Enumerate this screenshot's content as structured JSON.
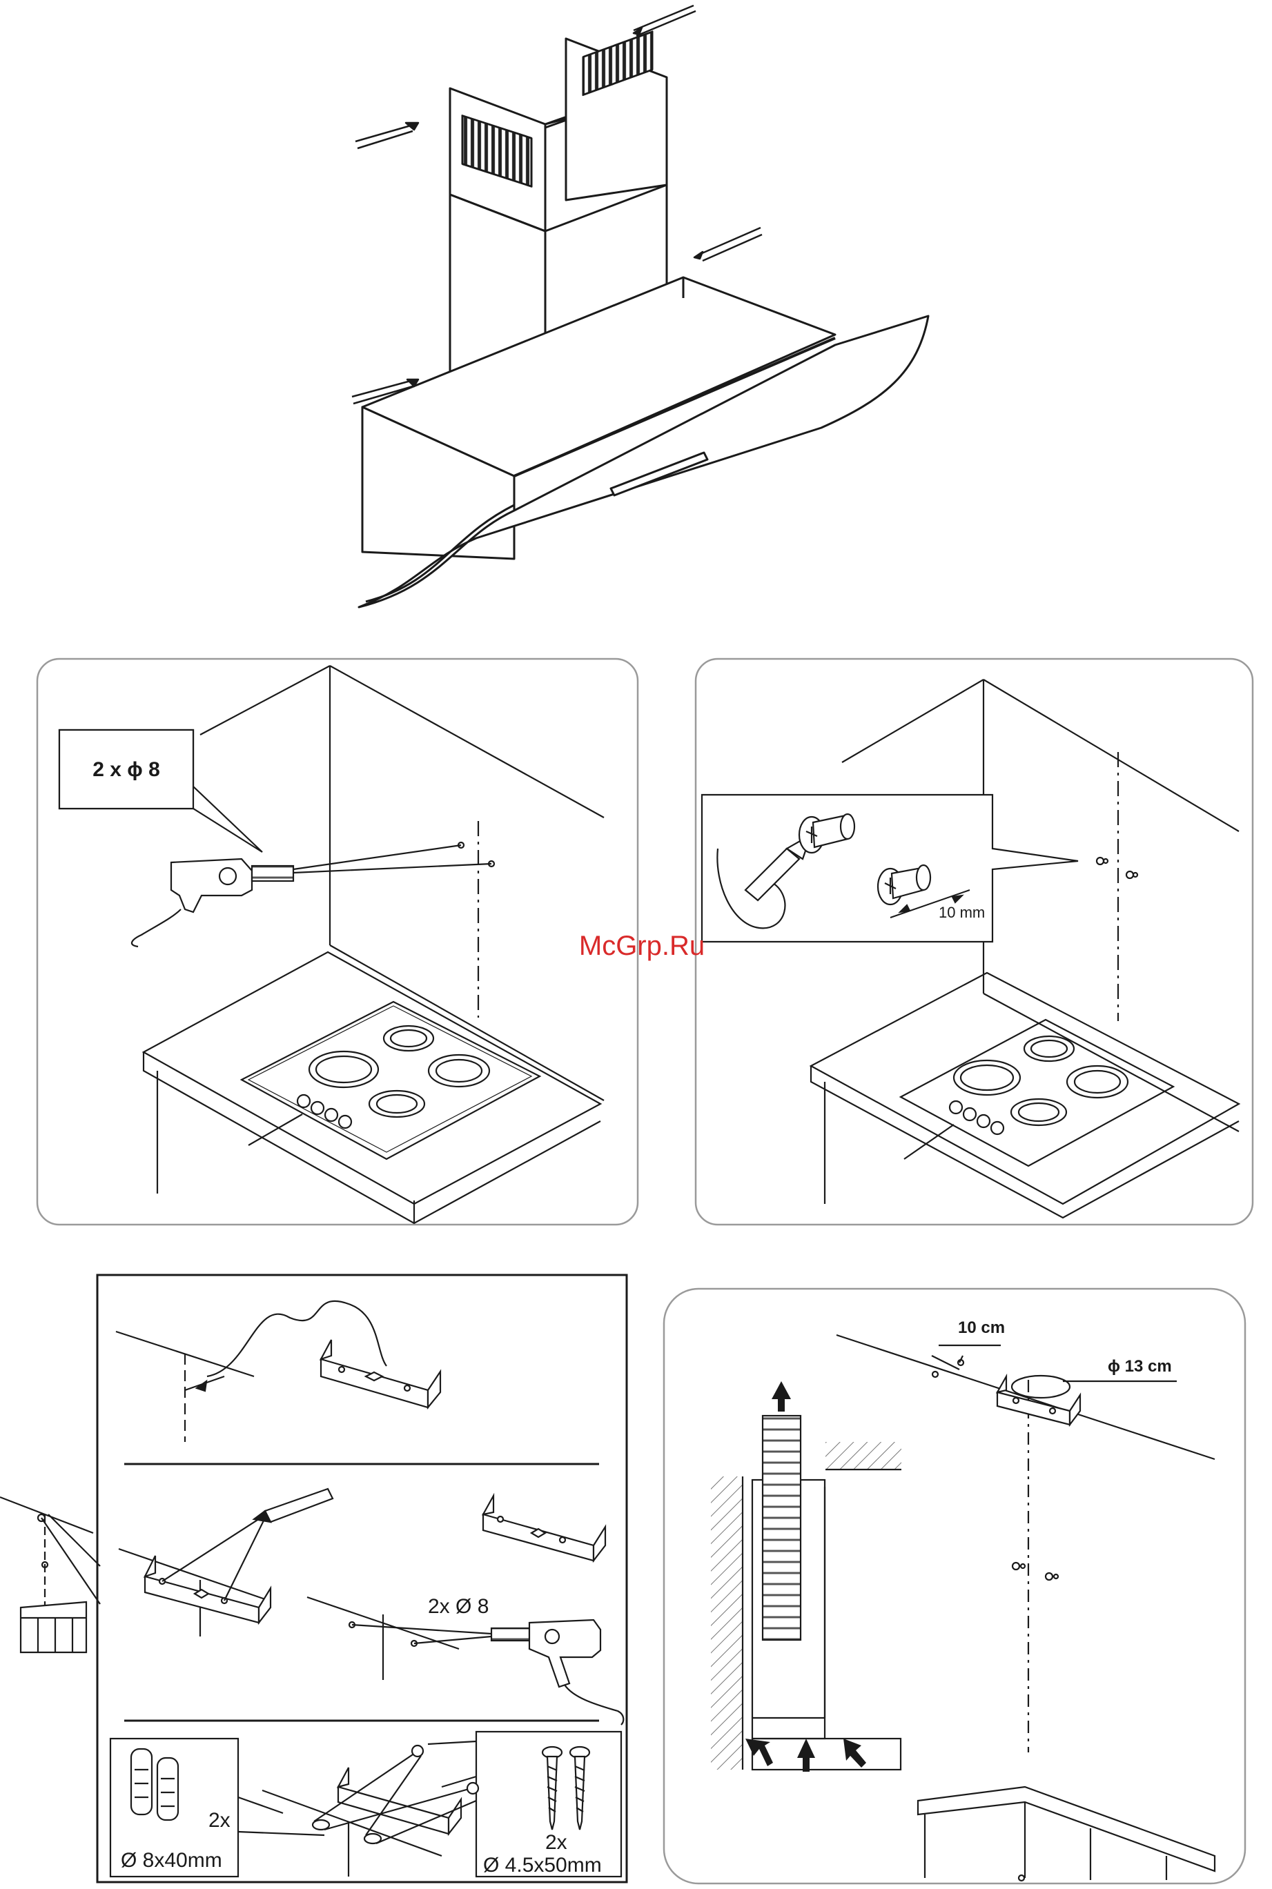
{
  "watermark": "McGrp.Ru",
  "colors": {
    "line": "#1a1a1a",
    "panel_border": "#9a9a9a",
    "watermark": "#d92a2a",
    "hatch": "#777777"
  },
  "panel_drill": {
    "label": "2 x ϕ 8"
  },
  "panel_screws": {
    "label": "10 mm"
  },
  "panel_bracket": {
    "drill_label": "2x Ø 8",
    "plug_count": "2x",
    "plug_size": "Ø 8x40mm",
    "screw_count": "2x",
    "screw_size": "Ø 4.5x50mm"
  },
  "panel_ceiling": {
    "offset_label": "10 cm",
    "hole_label": "ϕ 13 cm"
  }
}
